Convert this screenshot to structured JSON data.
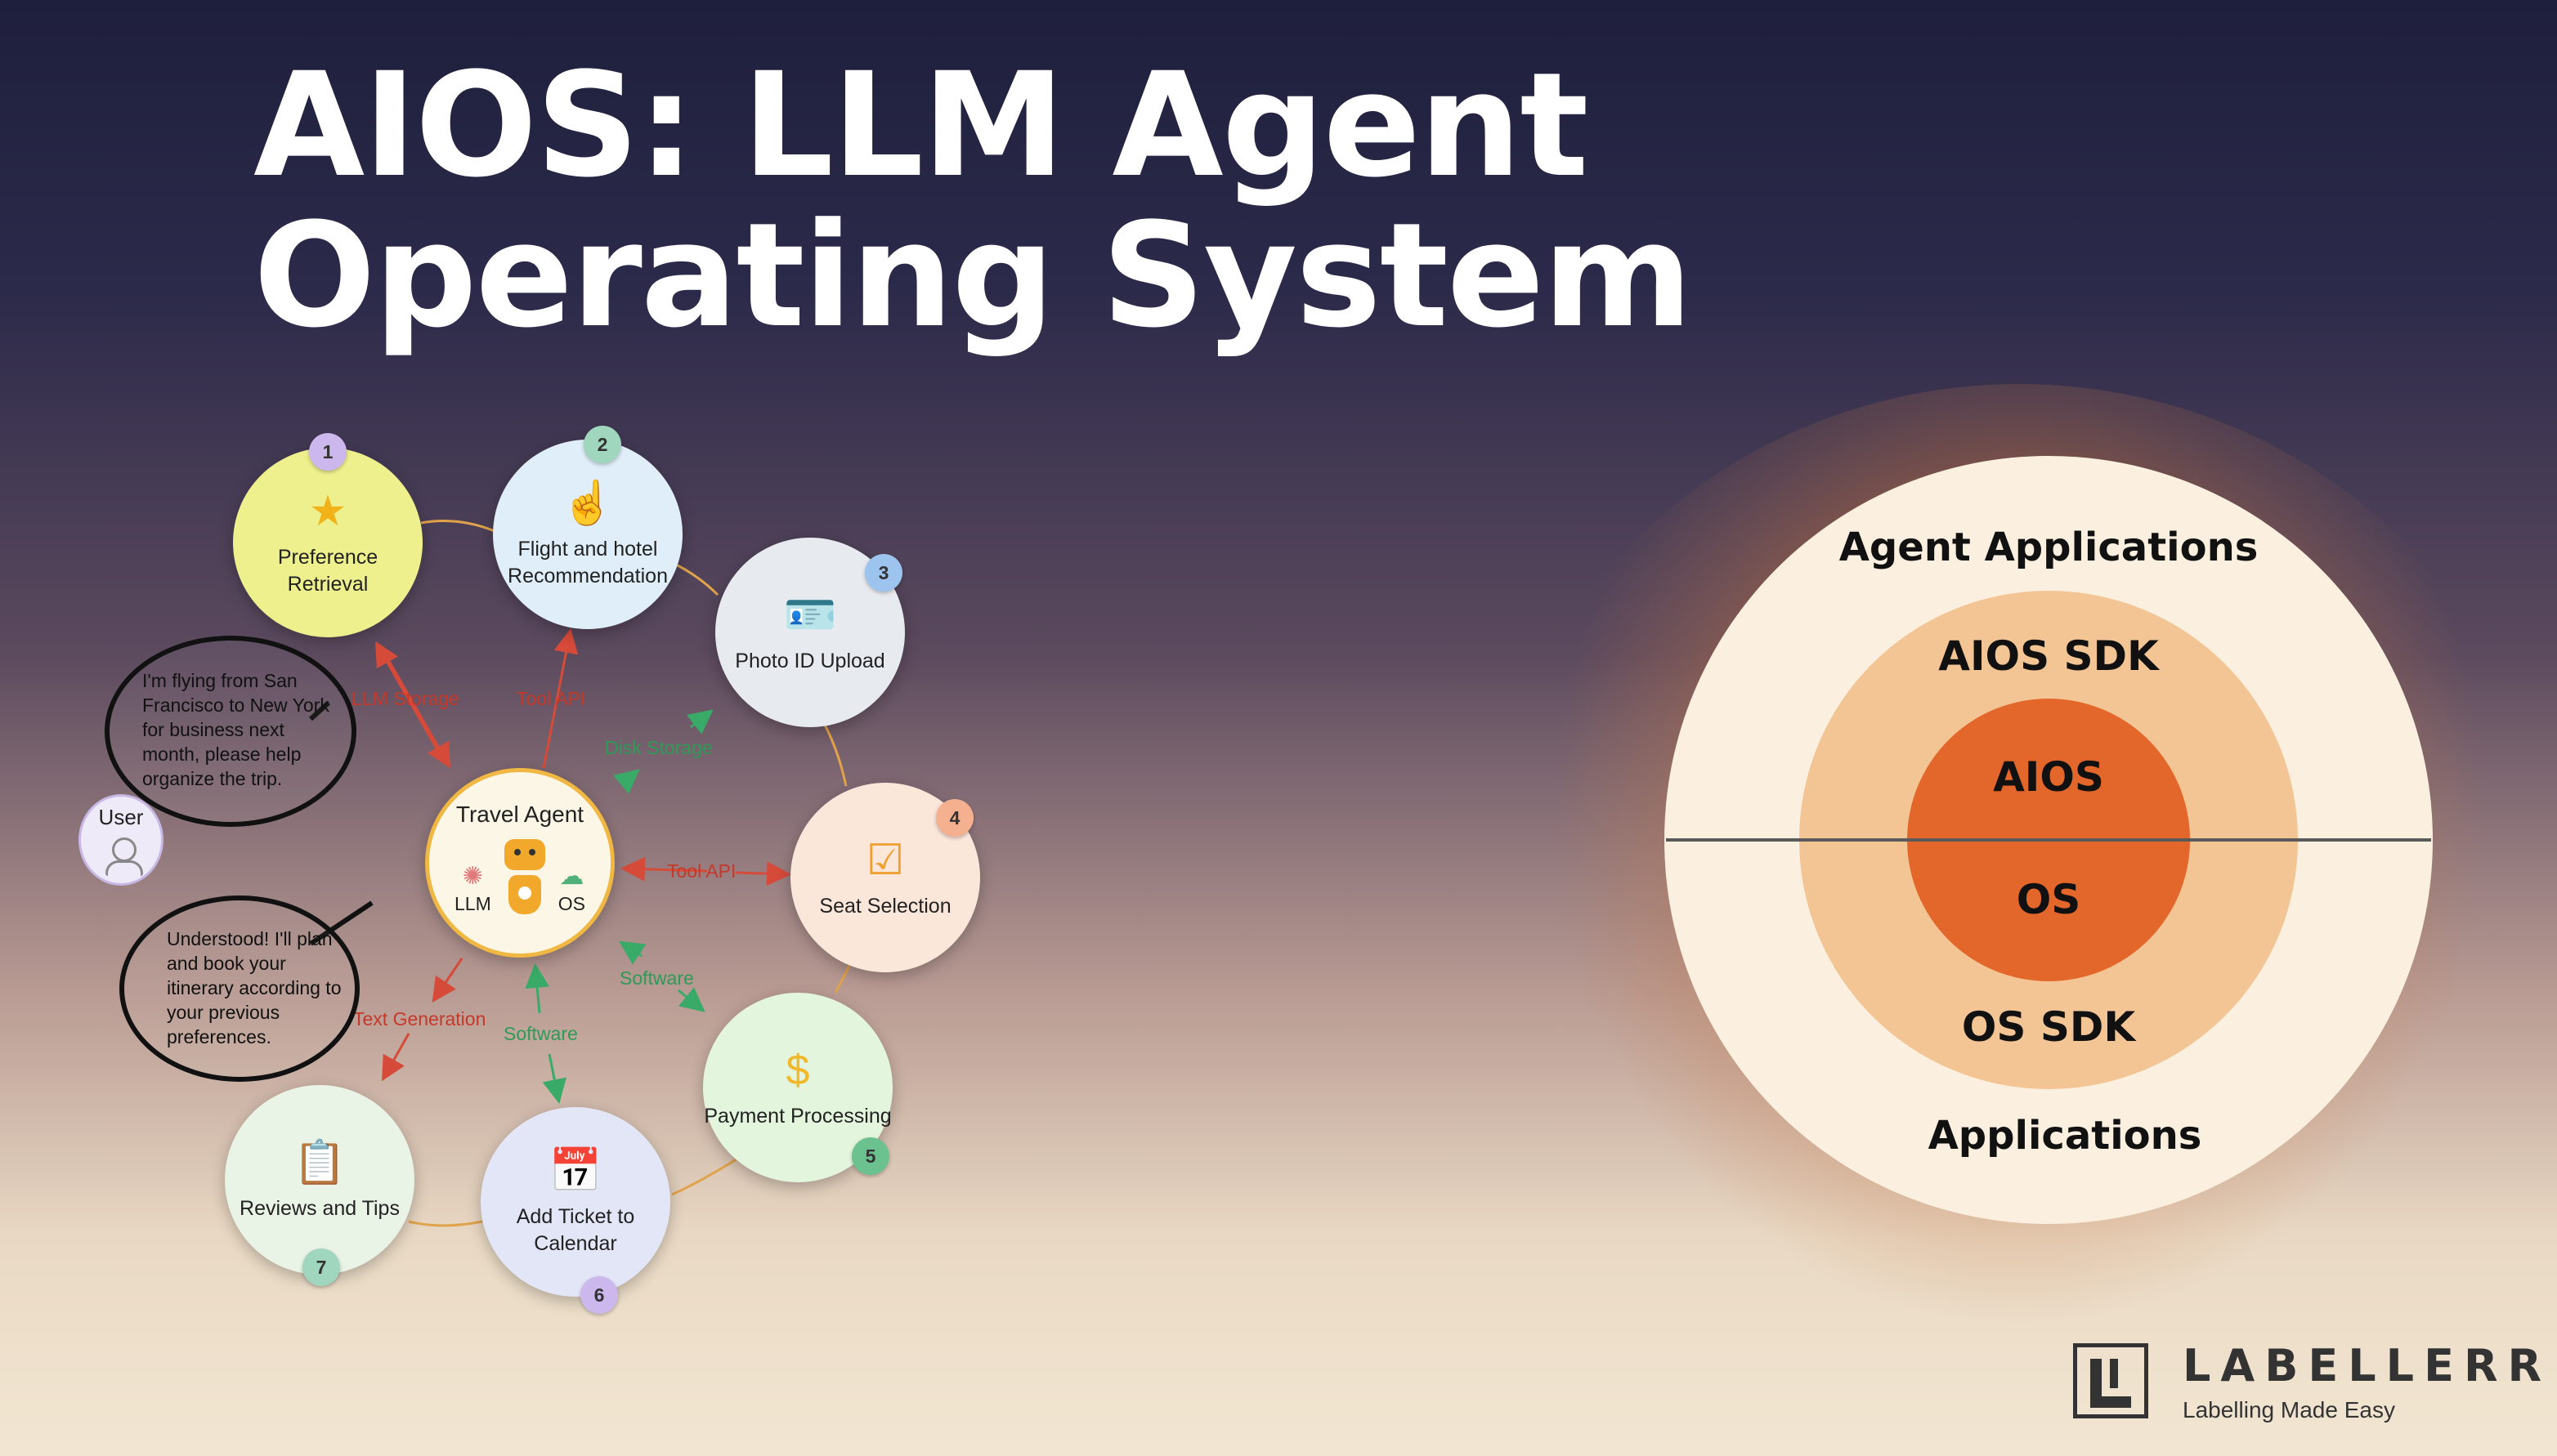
{
  "title": "AIOS: LLM Agent Operating System",
  "workflow": {
    "center": {
      "title": "Travel Agent",
      "left": "LLM",
      "right": "OS"
    },
    "user_label": "User",
    "user_message": "I'm flying from San Francisco to New York for business next month, please help organize the trip.",
    "agent_reply": "Understood! I'll plan and book your itinerary according to your previous preferences.",
    "steps": [
      {
        "n": "1",
        "label": "Preference Retrieval",
        "icon": "star-icon"
      },
      {
        "n": "2",
        "label": "Flight and hotel Recommendation",
        "icon": "pointing-hand-icon"
      },
      {
        "n": "3",
        "label": "Photo ID Upload",
        "icon": "id-card-icon"
      },
      {
        "n": "4",
        "label": "Seat Selection",
        "icon": "seat-select-icon"
      },
      {
        "n": "5",
        "label": "Payment Processing",
        "icon": "coin-icon"
      },
      {
        "n": "6",
        "label": "Add Ticket to Calendar",
        "icon": "calendar-icon"
      },
      {
        "n": "7",
        "label": "Reviews and Tips",
        "icon": "clipboard-check-icon"
      }
    ],
    "edges": {
      "llm_storage": "LLM Storage",
      "tool_api_1": "Tool API",
      "disk_storage": "Disk Storage",
      "tool_api_2": "Tool API",
      "software_1": "Software",
      "software_2": "Software",
      "text_generation": "Text Generation"
    }
  },
  "layers": {
    "agent_applications": "Agent Applications",
    "aios_sdk": "AIOS SDK",
    "aios": "AIOS",
    "os": "OS",
    "os_sdk": "OS SDK",
    "applications": "Applications"
  },
  "logo": {
    "name": "LABELLERR",
    "tagline": "Labelling Made Easy"
  }
}
